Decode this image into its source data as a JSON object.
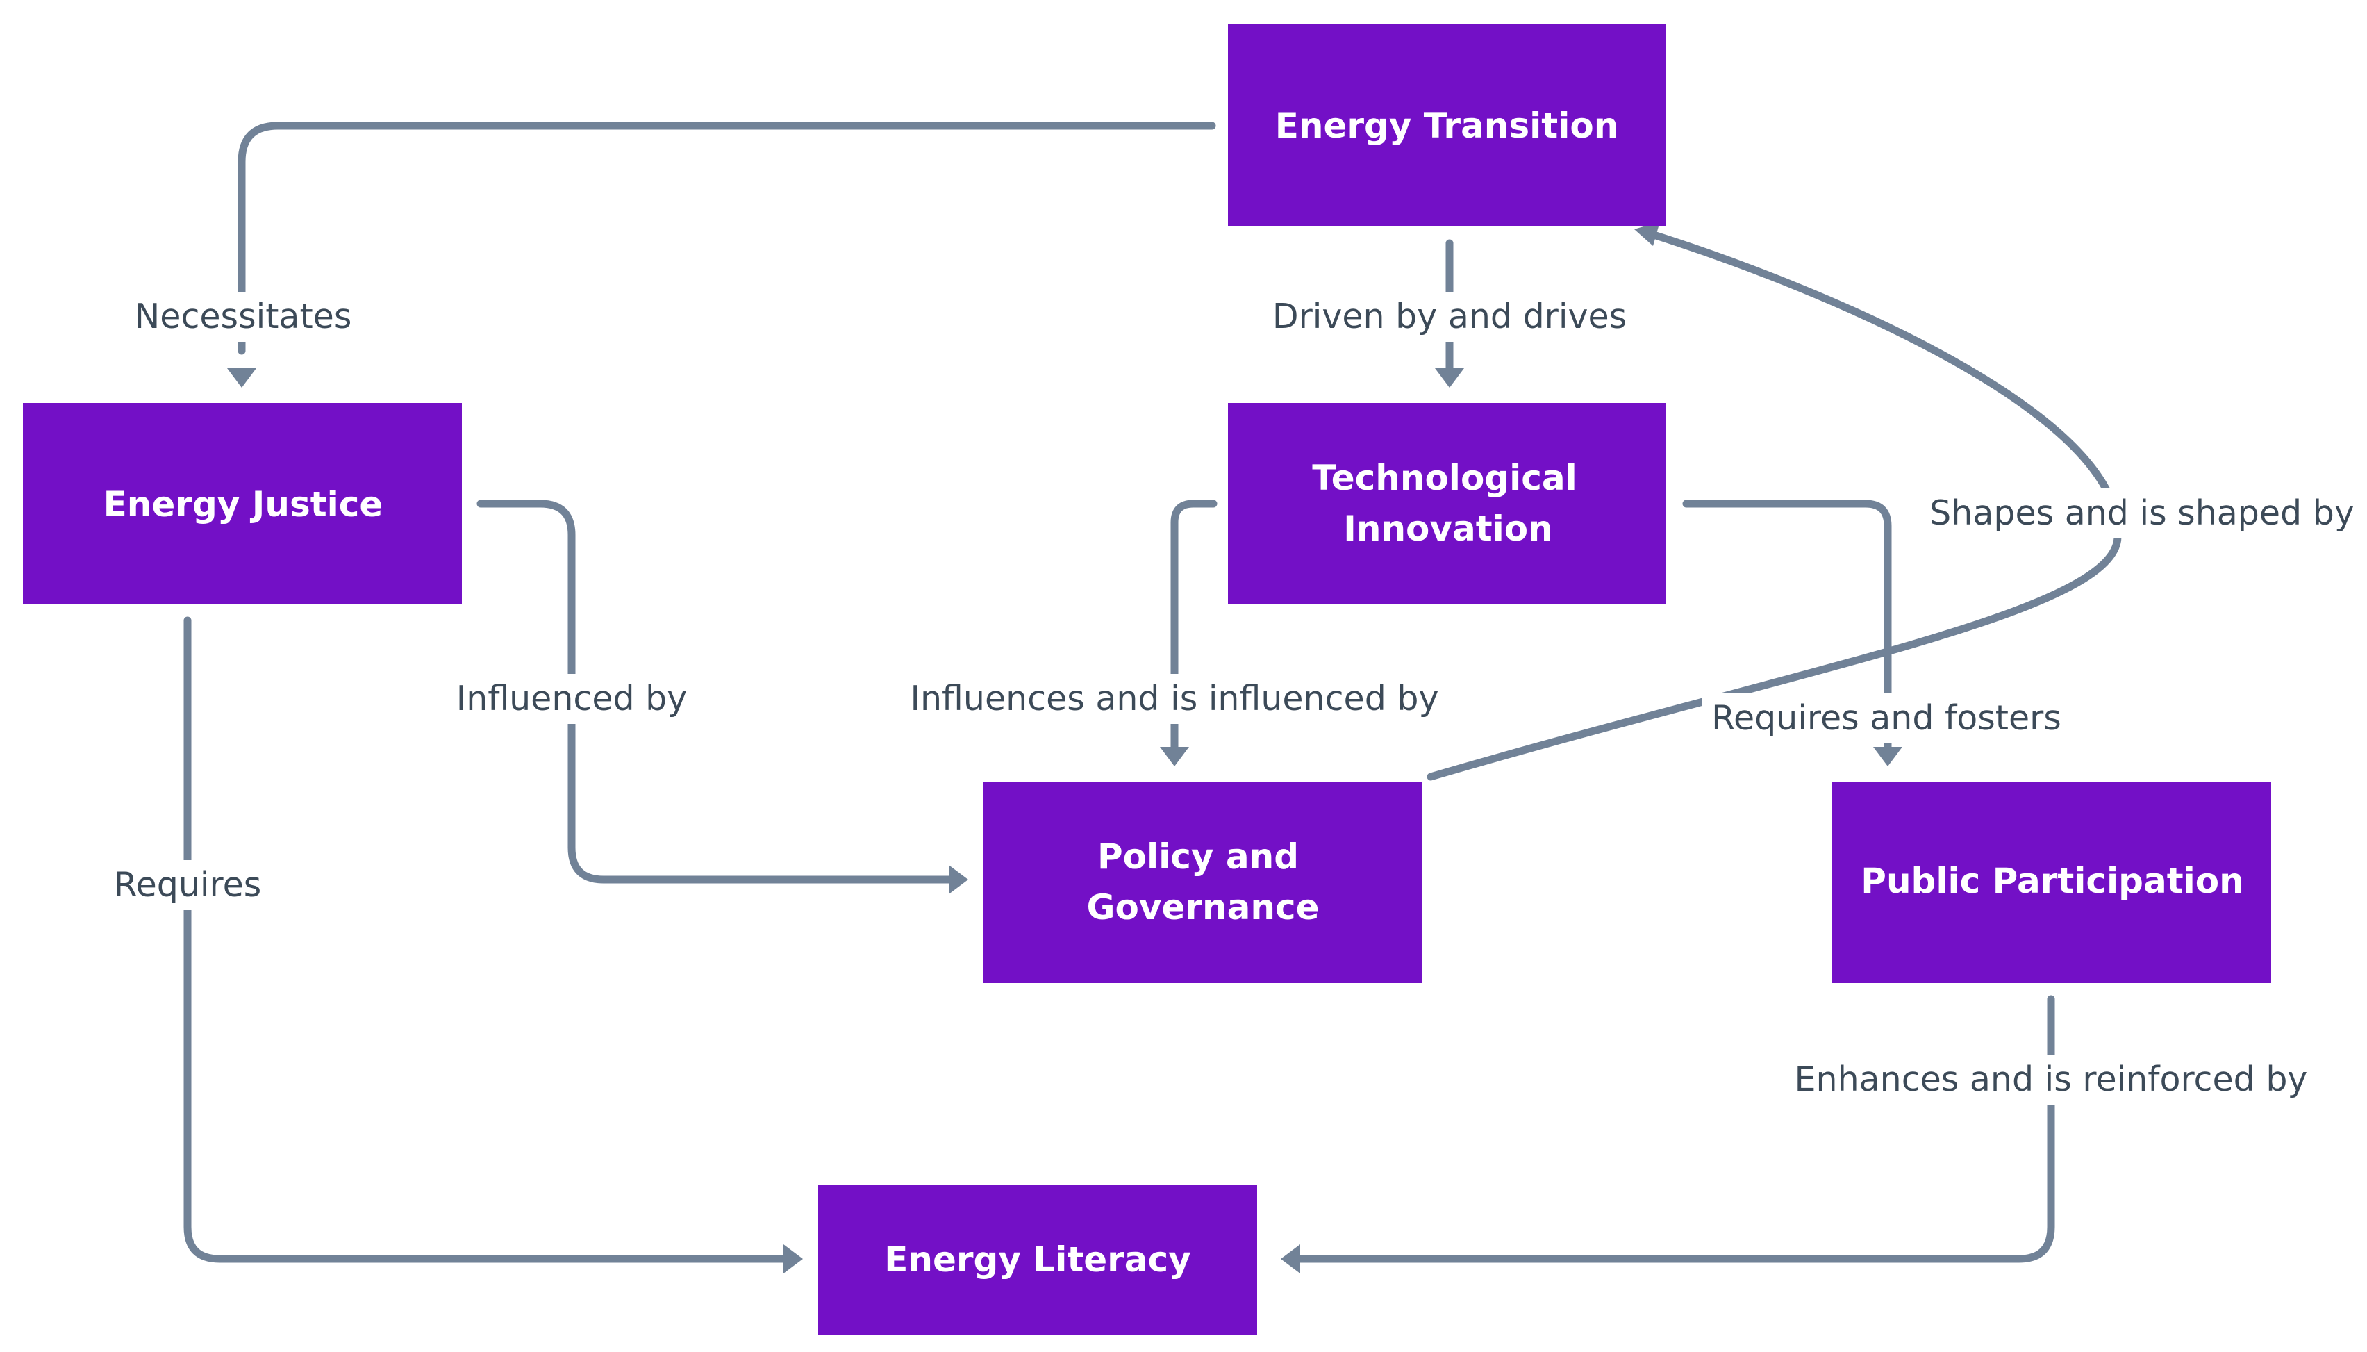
{
  "colors": {
    "node_fill": "#7310c6",
    "node_text": "#ffffff",
    "edge": "#718297",
    "edge_label_text": "#3c4a58",
    "background": "#ffffff"
  },
  "nodes": {
    "energy_transition": {
      "line1": "Energy Transition",
      "line2": ""
    },
    "technological_innovation": {
      "line1": "Technological",
      "line2": "Innovation"
    },
    "energy_justice": {
      "line1": "Energy Justice",
      "line2": ""
    },
    "policy_governance": {
      "line1": "Policy and",
      "line2": "Governance"
    },
    "public_participation": {
      "line1": "Public Participation",
      "line2": ""
    },
    "energy_literacy": {
      "line1": "Energy Literacy",
      "line2": ""
    }
  },
  "edges": {
    "necessitates": "Necessitates",
    "driven_by": "Driven by and drives",
    "shapes": "Shapes and is shaped by",
    "influenced_by": "Influenced by",
    "influences": "Influences and is influenced by",
    "requires_fosters": "Requires and fosters",
    "requires": "Requires",
    "enhances": "Enhances and is reinforced by"
  }
}
